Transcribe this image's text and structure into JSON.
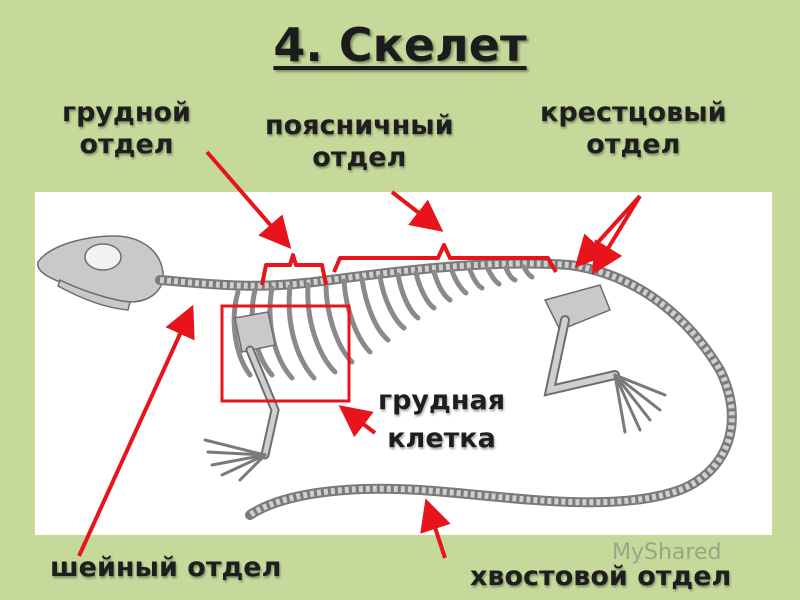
{
  "title": "4. Скелет",
  "labels": {
    "thoracic": [
      "грудной",
      "отдел"
    ],
    "lumbar": [
      "поясничный",
      "отдел"
    ],
    "sacral": [
      "крестцовый",
      "отдел"
    ],
    "ribcage": [
      "грудная",
      "клетка"
    ],
    "cervical": "шейный отдел",
    "caudal": "хвостовой отдел"
  },
  "watermark": "MyShared",
  "colors": {
    "background": "#c5d99b",
    "arrow": "#e8141c",
    "bone": "#bdbdbd"
  }
}
